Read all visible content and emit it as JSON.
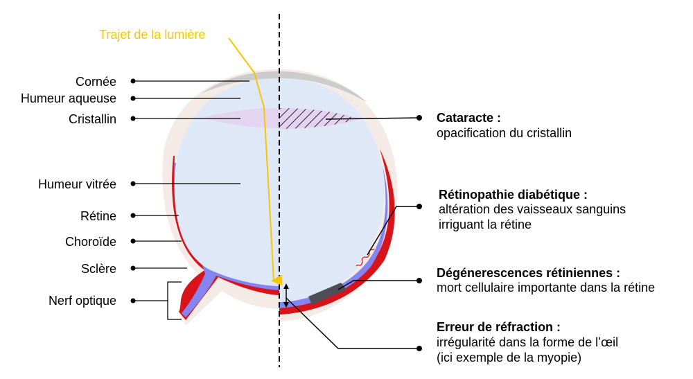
{
  "light_path": {
    "label": "Trajet de la lumière",
    "color": "#f7c600"
  },
  "left_labels": [
    {
      "label": "Cornée"
    },
    {
      "label": "Humeur aqueuse"
    },
    {
      "label": "Cristallin"
    },
    {
      "label": "Humeur vitrée"
    },
    {
      "label": "Rétine"
    },
    {
      "label": "Choroïde"
    },
    {
      "label": "Sclère"
    },
    {
      "label": "Nerf optique"
    }
  ],
  "right_labels": [
    {
      "title": "Cataracte :",
      "lines": [
        "opacification du cristallin"
      ]
    },
    {
      "title": "Rétinopathie diabétique :",
      "lines": [
        "altération des vaisseaux sanguins",
        "irriguant la rétine"
      ]
    },
    {
      "title": "Dégénerescences rétiniennes :",
      "lines": [
        "mort cellulaire importante dans la rétine"
      ]
    },
    {
      "title": "Erreur de réfraction :",
      "lines": [
        "irrégularité dans la forme de l’œil",
        "(ici exemple de la myopie)"
      ]
    }
  ],
  "colors": {
    "vitreous": "#dfe8f6",
    "retina": "#8585f2",
    "choroid": "#d7141a",
    "sclera": "#f5ebe6",
    "cornea": "#cccccc",
    "lens": "#e3d3f0"
  }
}
